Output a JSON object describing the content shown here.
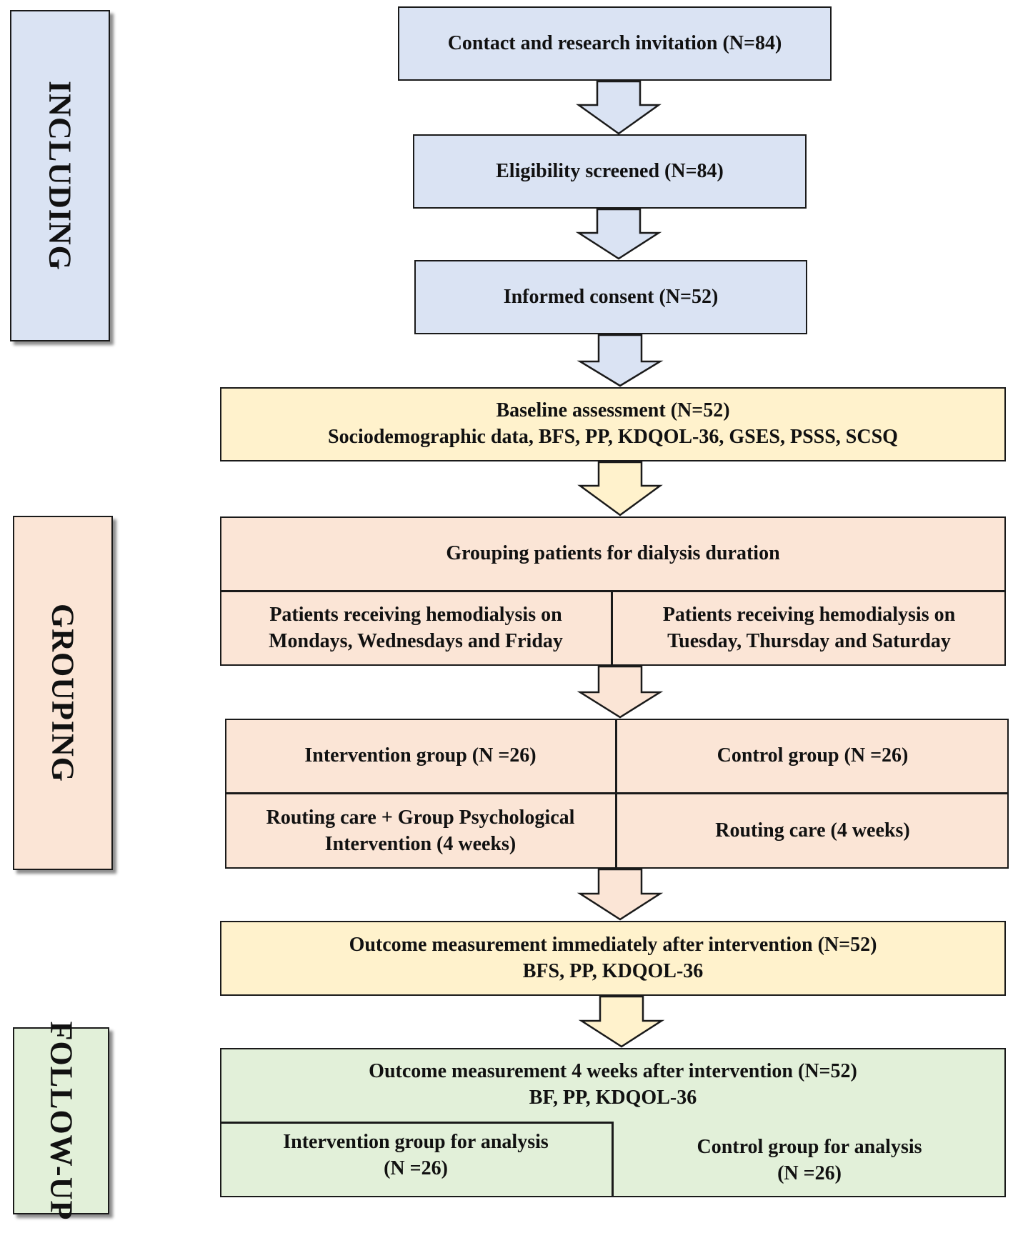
{
  "colors": {
    "blue": "#dae3f3",
    "yellow": "#fff2cc",
    "pink": "#fbe5d6",
    "green": "#e2f0d9",
    "border": "#1a1a1a"
  },
  "stages": {
    "including": "INCLUDING",
    "grouping": "GROUPING",
    "follow_up": "FOLLOW-UP"
  },
  "steps": {
    "contact": "Contact and research invitation (N=84)",
    "eligibility": "Eligibility screened (N=84)",
    "consent": "Informed consent (N=52)",
    "baseline_line1": "Baseline assessment (N=52)",
    "baseline_line2": "Sociodemographic data, BFS, PP, KDQOL-36, GSES, PSSS, SCSQ",
    "grouping_title": "Grouping patients for dialysis duration",
    "mwf_line1": "Patients receiving hemodialysis on",
    "mwf_line2": "Mondays, Wednesdays and Friday",
    "tts_line1": "Patients receiving hemodialysis on",
    "tts_line2": "Tuesday, Thursday and Saturday",
    "intervention_group": "Intervention group (N =26)",
    "control_group": "Control group (N =26)",
    "intervention_care_line1": "Routing care + Group Psychological",
    "intervention_care_line2": "Intervention (4 weeks)",
    "control_care": "Routing care (4 weeks)",
    "outcome_immediate_line1": "Outcome measurement immediately after intervention (N=52)",
    "outcome_immediate_line2": "BFS, PP, KDQOL-36",
    "outcome_4w_line1": "Outcome measurement 4 weeks after intervention (N=52)",
    "outcome_4w_line2": "BF, PP, KDQOL-36",
    "analysis_intervention_line1": "Intervention group for analysis",
    "analysis_intervention_line2": "(N =26)",
    "analysis_control_line1": "Control group for analysis",
    "analysis_control_line2": "(N =26)"
  }
}
